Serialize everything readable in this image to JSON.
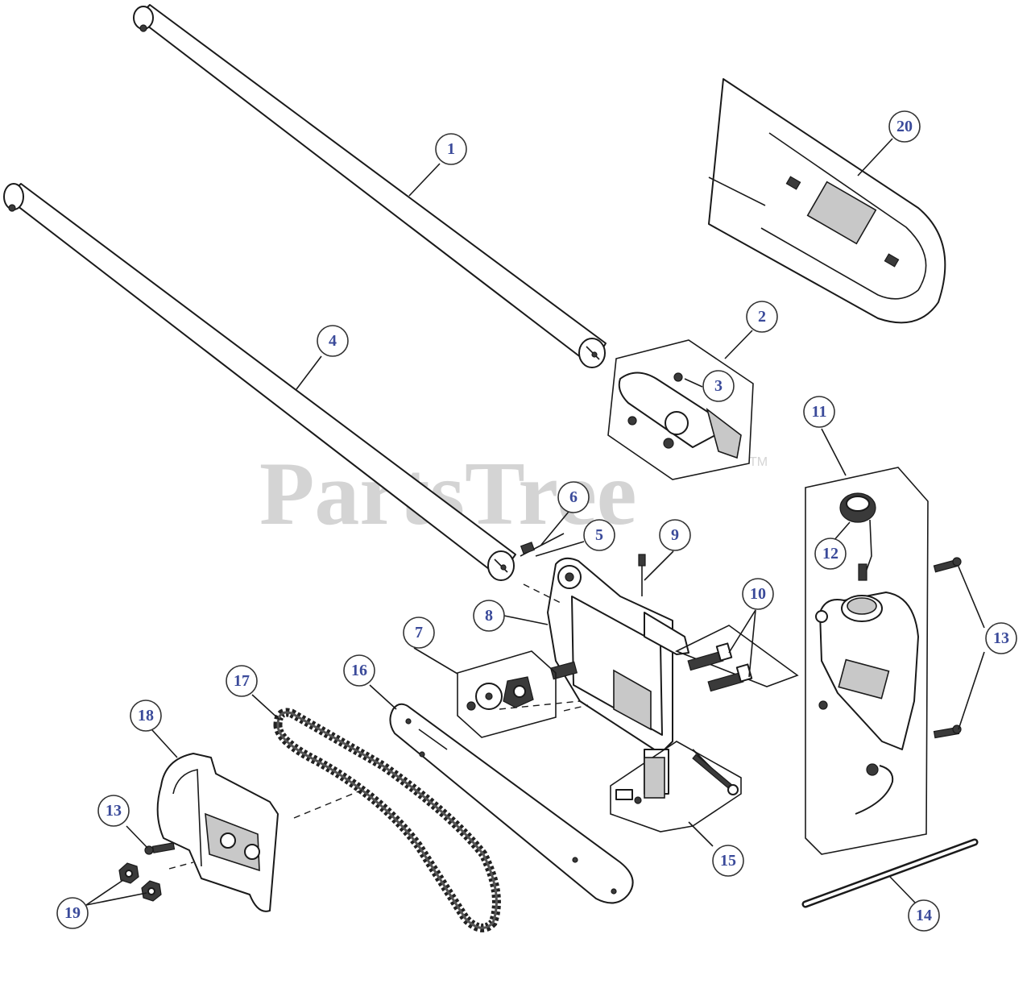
{
  "watermark": {
    "text": "PartsTree",
    "trademark": "TM"
  },
  "callouts": {
    "c1": "1",
    "c2": "2",
    "c3": "3",
    "c4": "4",
    "c5": "5",
    "c6": "6",
    "c7": "7",
    "c8": "8",
    "c9": "9",
    "c10": "10",
    "c11": "11",
    "c12": "12",
    "c13a": "13",
    "c13b": "13",
    "c14": "14",
    "c15": "15",
    "c16": "16",
    "c17": "17",
    "c18": "18",
    "c19": "19",
    "c20": "20"
  },
  "colors": {
    "callout_text": "#3a4a9a",
    "watermark": "#d4d4d4",
    "line": "#1a1a1a"
  }
}
